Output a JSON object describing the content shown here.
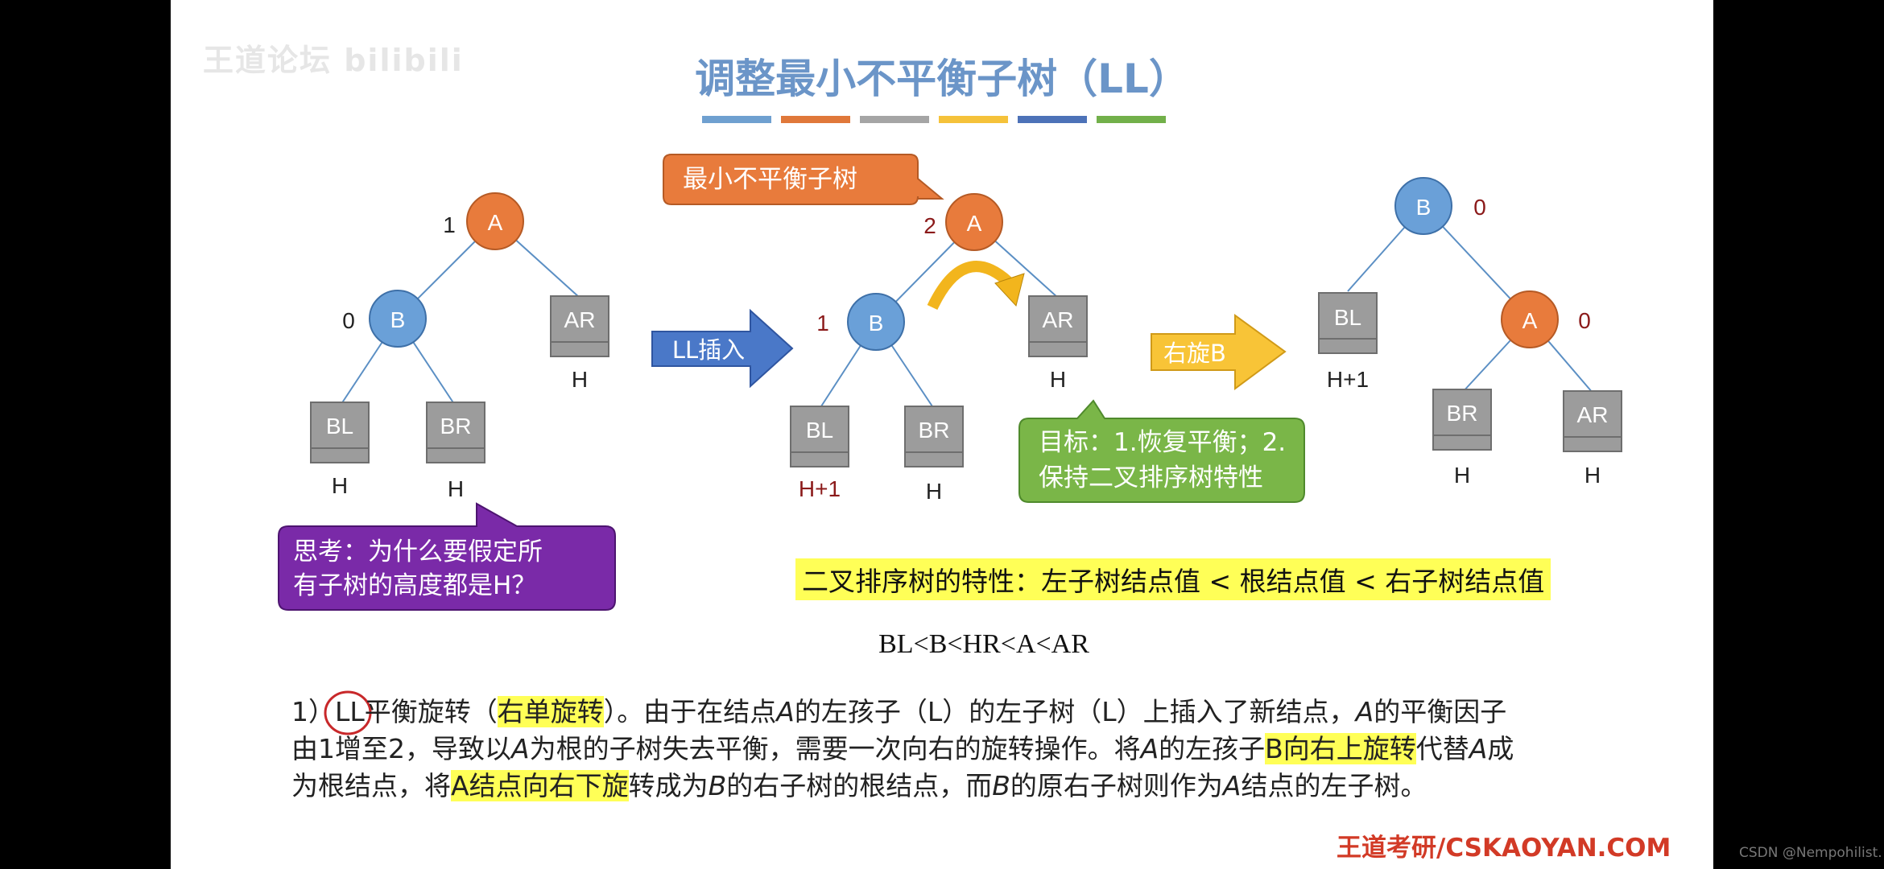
{
  "watermark_logo": "王道论坛 bilibili",
  "title": "调整最小不平衡子树（LL）",
  "title_bar_colors": [
    "#6fa0d0",
    "#e0783a",
    "#a5a5a5",
    "#f5c23a",
    "#4d72b8",
    "#72b04a"
  ],
  "colors": {
    "node_orange": "#e87b3c",
    "node_blue": "#6aa0d8",
    "box_gray": "#9c9c9c",
    "balance_red": "#8b1a1a",
    "arrow_blue": "#4a78c8",
    "arrow_yellow": "#f8c437",
    "bubble_green": "#7ab648",
    "bubble_purple": "#7a2aa8",
    "highlight": "#ffff57"
  },
  "tree1": {
    "root": {
      "label": "A",
      "balance": "1"
    },
    "left": {
      "label": "B",
      "balance": "0"
    },
    "right_box": {
      "label": "AR",
      "height": "H"
    },
    "bl_box": {
      "label": "BL",
      "height": "H"
    },
    "br_box": {
      "label": "BR",
      "height": "H"
    }
  },
  "arrow_ll": "LL插入",
  "callout_min_subtree": "最小不平衡子树",
  "tree2": {
    "root": {
      "label": "A",
      "balance": "2"
    },
    "left": {
      "label": "B",
      "balance": "1"
    },
    "right_box": {
      "label": "AR",
      "height": "H"
    },
    "bl_box": {
      "label": "BL",
      "height": "H+1"
    },
    "br_box": {
      "label": "BR",
      "height": "H"
    }
  },
  "arrow_rotate": "右旋B",
  "tree3": {
    "root": {
      "label": "B",
      "balance": "0"
    },
    "right": {
      "label": "A",
      "balance": "0"
    },
    "bl_box": {
      "label": "BL",
      "height": "H+1"
    },
    "br_box": {
      "label": "BR",
      "height": "H"
    },
    "ar_box": {
      "label": "AR",
      "height": "H"
    }
  },
  "goal_bubble": {
    "line1": "目标：1.恢复平衡；2.",
    "line2": "保持二叉排序树特性"
  },
  "think_bubble": {
    "line1": "思考：为什么要假定所",
    "line2": "有子树的高度都是H？"
  },
  "property_line": "二叉排序树的特性：左子树结点值 < 根结点值 < 右子树结点值",
  "order_line": "BL<B<HR<A<AR",
  "paragraph": {
    "p1": "1）",
    "p2": "LL",
    "p3": "平衡旋转（",
    "p4": "右单旋转",
    "p5": "）。由于在结点",
    "p6": "A",
    "p7": "的左孩子（L）的左子树（L）上插入了新结点，",
    "p8": "A",
    "p9": "的平衡因子",
    "p10": "由1增至2，导致以",
    "p11": "A",
    "p12": "为根的子树失去平衡，需要一次向右的旋转操作。将",
    "p13": "A",
    "p14": "的左孩子",
    "p15": "B向右上旋转",
    "p16": "代替",
    "p17": "A",
    "p18": "成",
    "p19": "为根结点，将",
    "p20": "A结点向右下旋",
    "p21": "转成为",
    "p22": "B",
    "p23": "的右子树的根结点，而",
    "p24": "B",
    "p25": "的原右子树则作为",
    "p26": "A",
    "p27": "结点的左子树。"
  },
  "brand": "王道考研/CSKAOYAN.COM",
  "csdn": "CSDN @Nempohilist."
}
